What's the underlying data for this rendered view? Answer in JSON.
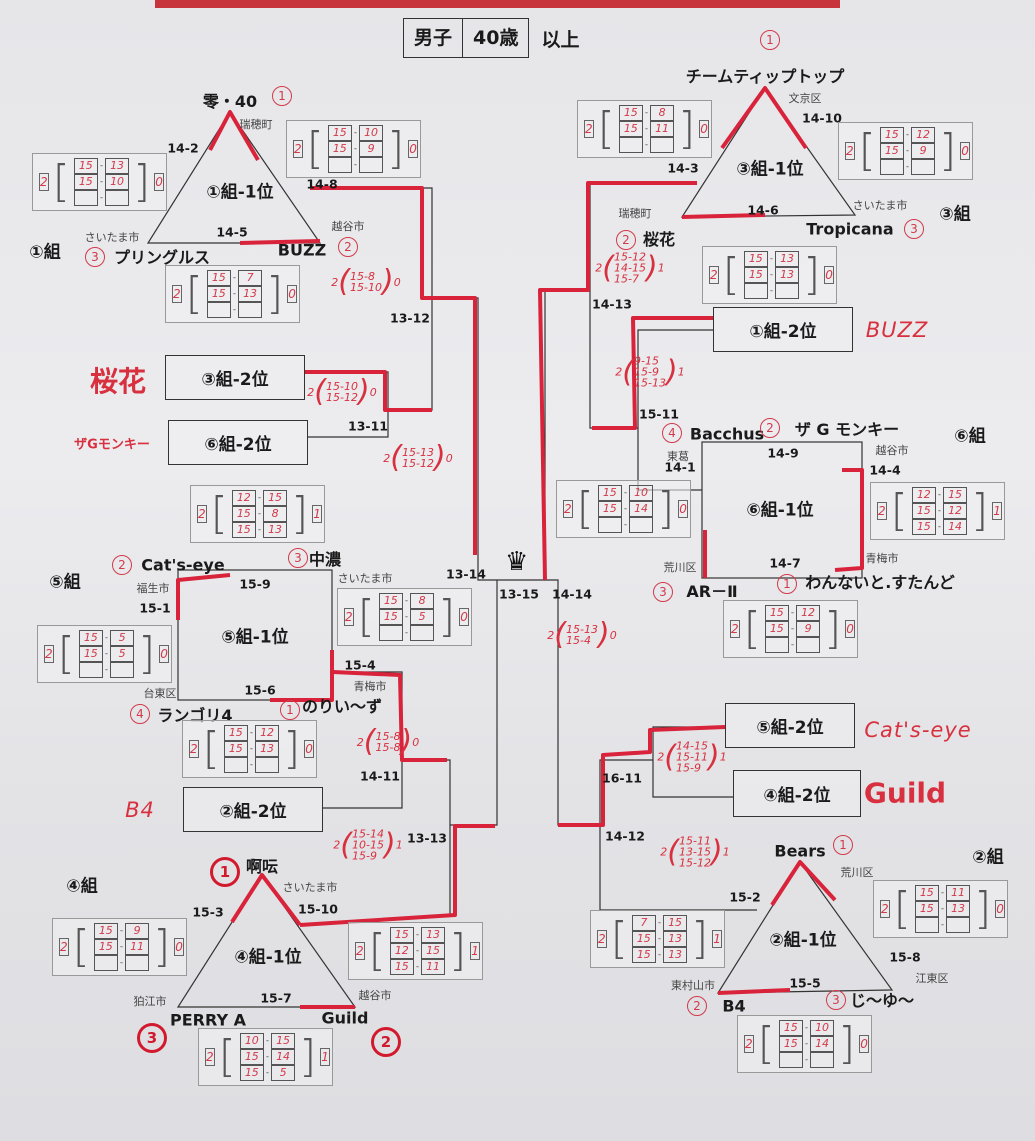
{
  "title": {
    "gender": "男子",
    "age": "40歳",
    "suffix": "以上"
  },
  "crown_icon": "crown-icon",
  "accent_red": "#d8303e",
  "groups": [
    {
      "label": "①組",
      "seed": "①組-1位",
      "teams": [
        {
          "name": "零・40",
          "city": "瑞穂町",
          "rank": "1"
        },
        {
          "name": "プリングルス",
          "city": "さいたま市",
          "rank": "3"
        },
        {
          "name": "BUZZ",
          "city": "越谷市",
          "rank": "2"
        }
      ],
      "matches": [
        "14-2",
        "14-8",
        "14-5"
      ],
      "scores": [
        {
          "left": "2",
          "games": [
            [
              "15",
              "13"
            ],
            [
              "15",
              "10"
            ]
          ],
          "right": "0"
        },
        {
          "left": "2",
          "games": [
            [
              "15",
              "10"
            ],
            [
              "15",
              "9"
            ]
          ],
          "right": "0"
        },
        {
          "left": "2",
          "games": [
            [
              "15",
              "7"
            ],
            [
              "15",
              "13"
            ]
          ],
          "right": "0"
        }
      ]
    },
    {
      "label": "③組",
      "seed": "③組-1位",
      "teams": [
        {
          "name": "チームティップトップ",
          "city": "文京区",
          "rank": "1"
        },
        {
          "name": "桜花",
          "city": "瑞穂町",
          "rank": "2"
        },
        {
          "name": "Tropicana",
          "city": "さいたま市",
          "rank": "3"
        }
      ],
      "matches": [
        "14-3",
        "14-10",
        "14-6"
      ],
      "scores": [
        {
          "left": "2",
          "games": [
            [
              "15",
              "8"
            ],
            [
              "15",
              "11"
            ]
          ],
          "right": "0"
        },
        {
          "left": "2",
          "games": [
            [
              "15",
              "12"
            ],
            [
              "15",
              "9"
            ]
          ],
          "right": "0"
        },
        {
          "left": "2",
          "games": [
            [
              "15",
              "13"
            ],
            [
              "15",
              "13"
            ]
          ],
          "right": "0"
        }
      ]
    },
    {
      "label": "⑥組",
      "seed": "⑥組-1位",
      "teams": [
        {
          "name": "Bacchus",
          "city": "東葛",
          "rank": "4"
        },
        {
          "name": "ザ G モンキー",
          "city": "越谷市",
          "rank": "2"
        },
        {
          "name": "AR－Ⅱ",
          "city": "荒川区",
          "rank": "3"
        },
        {
          "name": "わんないと.すたんど",
          "city": "青梅市",
          "rank": "1"
        }
      ],
      "matches": [
        "14-9",
        "14-1",
        "14-4",
        "14-7"
      ],
      "scores": [
        {
          "left": "2",
          "games": [
            [
              "15",
              "10"
            ],
            [
              "15",
              "14"
            ]
          ],
          "right": "0"
        },
        {
          "left": "2",
          "games": [
            [
              "12",
              "15"
            ],
            [
              "15",
              "12"
            ],
            [
              "15",
              "14"
            ]
          ],
          "right": "1"
        },
        {
          "left": "2",
          "games": [
            [
              "15",
              "12"
            ],
            [
              "15",
              "9"
            ]
          ],
          "right": "0"
        }
      ]
    },
    {
      "label": "⑤組",
      "seed": "⑤組-1位",
      "teams": [
        {
          "name": "Cat's-eye",
          "city": "福生市",
          "rank": "2"
        },
        {
          "name": "中濃",
          "city": "さいたま市",
          "rank": "3"
        },
        {
          "name": "ランゴリ4",
          "city": "台東区",
          "rank": "4"
        },
        {
          "name": "のりい〜ず",
          "city": "青梅市",
          "rank": "1"
        }
      ],
      "matches": [
        "15-9",
        "15-1",
        "15-4",
        "15-6"
      ],
      "scores": [
        {
          "left": "2",
          "games": [
            [
              "12",
              "15"
            ],
            [
              "15",
              "8"
            ],
            [
              "15",
              "13"
            ]
          ],
          "right": "1"
        },
        {
          "left": "2",
          "games": [
            [
              "15",
              "8"
            ],
            [
              "15",
              "5"
            ]
          ],
          "right": "0"
        },
        {
          "left": "2",
          "games": [
            [
              "15",
              "5"
            ],
            [
              "15",
              "5"
            ]
          ],
          "right": "0"
        },
        {
          "left": "2",
          "games": [
            [
              "15",
              "12"
            ],
            [
              "15",
              "13"
            ]
          ],
          "right": "0"
        }
      ]
    },
    {
      "label": "④組",
      "seed": "④組-1位",
      "teams": [
        {
          "name": "啊呍",
          "city": "さいたま市",
          "rank": "1"
        },
        {
          "name": "PERRY A",
          "city": "狛江市",
          "rank": "3"
        },
        {
          "name": "Guild",
          "city": "越谷市",
          "rank": "2"
        }
      ],
      "matches": [
        "15-3",
        "15-10",
        "15-7"
      ],
      "scores": [
        {
          "left": "2",
          "games": [
            [
              "15",
              "9"
            ],
            [
              "15",
              "11"
            ]
          ],
          "right": "0"
        },
        {
          "left": "2",
          "games": [
            [
              "15",
              "13"
            ],
            [
              "12",
              "15"
            ],
            [
              "15",
              "11"
            ]
          ],
          "right": "1"
        },
        {
          "left": "2",
          "games": [
            [
              "10",
              "15"
            ],
            [
              "15",
              "14"
            ],
            [
              "15",
              "5"
            ]
          ],
          "right": "1"
        }
      ]
    },
    {
      "label": "②組",
      "seed": "②組-1位",
      "teams": [
        {
          "name": "Bears",
          "city": "荒川区",
          "rank": "1"
        },
        {
          "name": "B4",
          "city": "東村山市",
          "rank": "2"
        },
        {
          "name": "じ〜ゆ〜",
          "city": "江東区",
          "rank": "3"
        }
      ],
      "matches": [
        "15-2",
        "15-8",
        "15-5"
      ],
      "scores": [
        {
          "left": "2",
          "games": [
            [
              "7",
              "15"
            ],
            [
              "15",
              "13"
            ],
            [
              "15",
              "13"
            ]
          ],
          "right": "1"
        },
        {
          "left": "2",
          "games": [
            [
              "15",
              "11"
            ],
            [
              "15",
              "13"
            ]
          ],
          "right": "0"
        },
        {
          "left": "2",
          "games": [
            [
              "15",
              "10"
            ],
            [
              "15",
              "14"
            ]
          ],
          "right": "0"
        }
      ]
    }
  ],
  "second_places": [
    {
      "label": "③組-2位",
      "note": "桜花"
    },
    {
      "label": "⑥組-2位",
      "note": "ザGモンキー"
    },
    {
      "label": "②組-2位",
      "note": "B4"
    },
    {
      "label": "①組-2位",
      "note": "BUZZ"
    },
    {
      "label": "⑤組-2位",
      "note": "Cat's-eye"
    },
    {
      "label": "④組-2位",
      "note": "Guild"
    }
  ],
  "bracket_matches": [
    "13-12",
    "13-11",
    "13-14",
    "14-11",
    "13-13",
    "13-15",
    "14-14",
    "14-13",
    "15-11",
    "16-11",
    "14-12"
  ],
  "bracket_results": [
    {
      "left": "2",
      "games": [
        "15-8",
        "15-10"
      ],
      "right": "0"
    },
    {
      "left": "2",
      "games": [
        "15-10",
        "15-12"
      ],
      "right": "0"
    },
    {
      "left": "2",
      "games": [
        "15-13",
        "15-12"
      ],
      "right": "0"
    },
    {
      "left": "2",
      "games": [
        "15-8",
        "15-8"
      ],
      "right": "0"
    },
    {
      "left": "2",
      "games": [
        "15-14",
        "10-15",
        "15-9"
      ],
      "right": "1"
    },
    {
      "left": "2",
      "games": [
        "15-12",
        "14-15",
        "15-7"
      ],
      "right": "1"
    },
    {
      "left": "2",
      "games": [
        "9-15",
        "15-9",
        "15-13"
      ],
      "right": "1"
    },
    {
      "left": "2",
      "games": [
        "15-13",
        "15-4"
      ],
      "right": "0"
    },
    {
      "left": "2",
      "games": [
        "14-15",
        "15-11",
        "15-9"
      ],
      "right": "1"
    },
    {
      "left": "2",
      "games": [
        "15-11",
        "13-15",
        "15-12"
      ],
      "right": "1"
    }
  ]
}
